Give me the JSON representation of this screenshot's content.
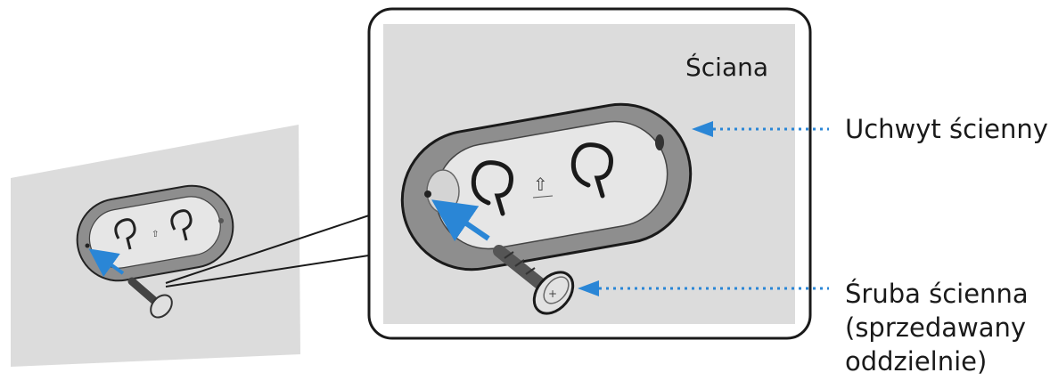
{
  "labels": {
    "wall": "Ściana",
    "wall_bracket": "Uchwyt ścienny",
    "wall_screw_line1": "Śruba ścienna",
    "wall_screw_line2": "(sprzedawany",
    "wall_screw_line3": "oddzielnie)"
  },
  "icons": [
    "wall-bracket-icon",
    "wall-screw-icon",
    "arrow-icon",
    "keyhole-slot-icon",
    "up-arrow-icon"
  ],
  "colors": {
    "wall_fill": "#dcdcdc",
    "bracket_fill": "#8e8e8e",
    "bracket_inner": "#e6e6e6",
    "arrow": "#2a86d6",
    "outline": "#1a1a1a"
  }
}
